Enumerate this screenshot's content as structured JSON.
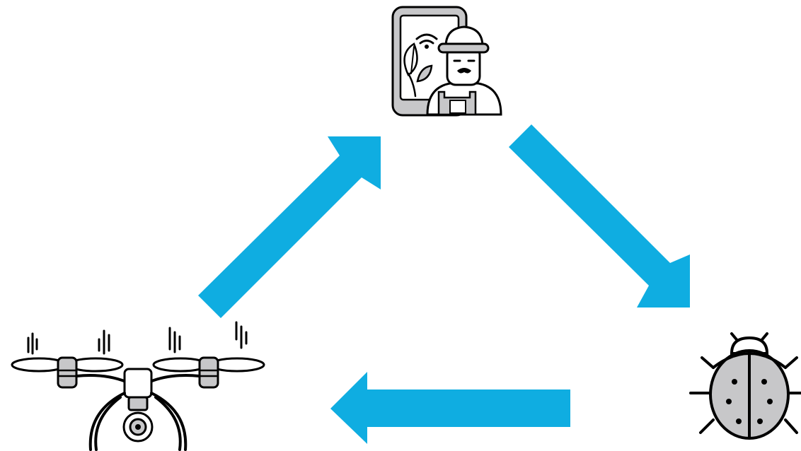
{
  "diagram": {
    "nodes": [
      {
        "id": "farmer",
        "icon": "farmer-tablet-icon"
      },
      {
        "id": "pest",
        "icon": "ladybug-pest-icon"
      },
      {
        "id": "drone",
        "icon": "camera-drone-icon"
      }
    ],
    "edges": [
      {
        "from": "drone",
        "to": "farmer"
      },
      {
        "from": "farmer",
        "to": "pest"
      },
      {
        "from": "pest",
        "to": "drone"
      }
    ],
    "colors": {
      "arrow": "#0fade1",
      "ink": "#000000",
      "icon_fill": "#c7c7c9",
      "background": "#ffffff"
    }
  }
}
